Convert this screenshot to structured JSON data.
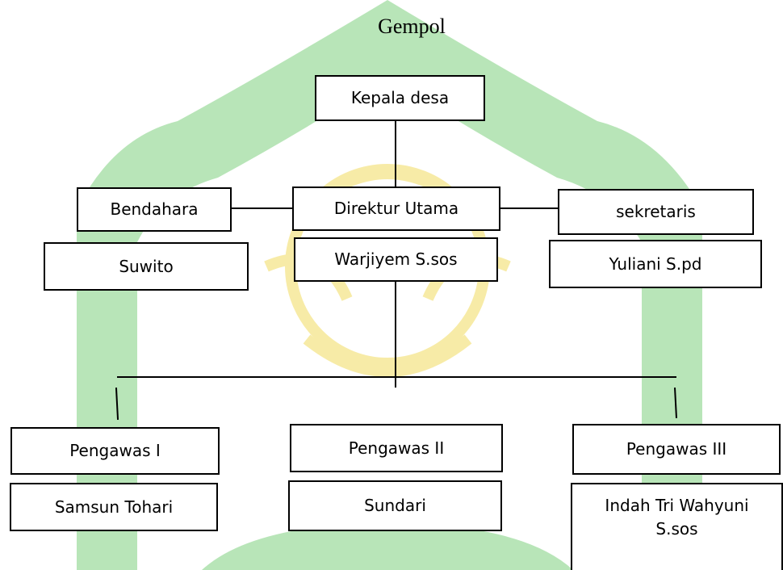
{
  "title": "Gempol",
  "watermark": {
    "primary_color": "#a6dfa6",
    "accent_color": "#f5e58a"
  },
  "nodes": {
    "kepala_desa": "Kepala desa",
    "bendahara": "Bendahara",
    "bendahara_name": "Suwito",
    "direktur": "Direktur Utama",
    "direktur_name": "Warjiyem S.sos",
    "sekretaris": "sekretaris",
    "sekretaris_name": "Yuliani S.pd",
    "pengawas_1": "Pengawas I",
    "pengawas_1_name": "Samsun Tohari",
    "pengawas_2": "Pengawas II",
    "pengawas_2_name": "Sundari",
    "pengawas_3": "Pengawas III",
    "pengawas_3_name_line1": "Indah Tri Wahyuni",
    "pengawas_3_name_line2": "S.sos"
  }
}
